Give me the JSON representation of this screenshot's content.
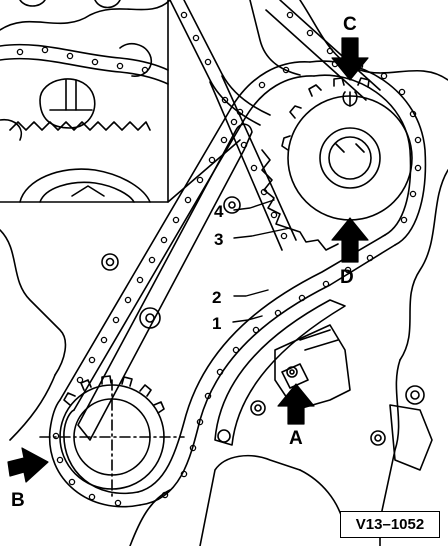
{
  "callouts": {
    "c1": "1",
    "c2": "2",
    "c3": "3",
    "c4": "4"
  },
  "arrows": {
    "a": "A",
    "b": "B",
    "c": "C",
    "d": "D"
  },
  "reference_code": "V13–1052",
  "colors": {
    "line": "#000000",
    "background": "#ffffff",
    "arrow_fill": "#000000"
  }
}
